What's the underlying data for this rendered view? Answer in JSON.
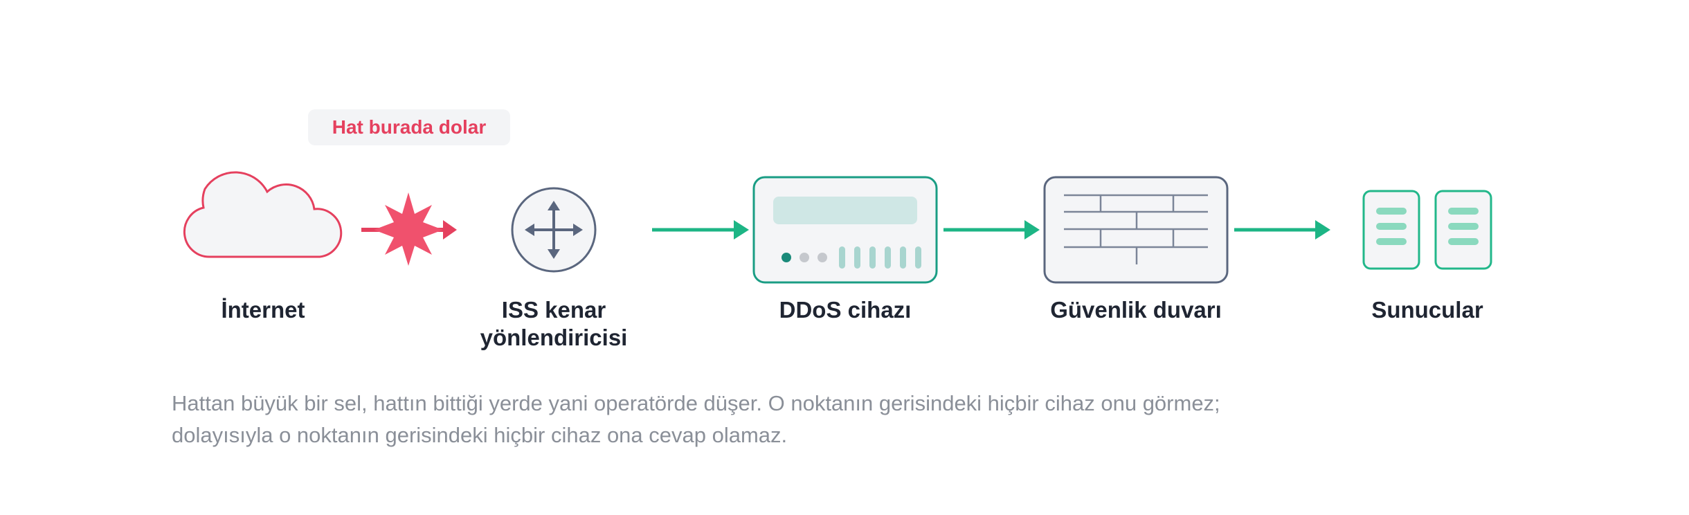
{
  "callout": {
    "text": "Hat burada dolar"
  },
  "nodes": [
    {
      "id": "internet",
      "icon": "cloud-icon",
      "label": "İnternet"
    },
    {
      "id": "isp_router",
      "icon": "router-icon",
      "label_line1": "ISS kenar",
      "label_line2": "yönlendiricisi"
    },
    {
      "id": "ddos",
      "icon": "ddos-appliance-icon",
      "label": "DDoS cihazı"
    },
    {
      "id": "firewall",
      "icon": "firewall-icon",
      "label": "Güvenlik duvarı"
    },
    {
      "id": "servers",
      "icon": "servers-icon",
      "label": "Sunucular"
    }
  ],
  "caption": {
    "line1": "Hattan büyük bir sel, hattın bittiği yerde yani operatörde düşer. O noktanın gerisindeki hiçbir cihaz onu görmez;",
    "line2": "dolayısıyla o noktanın gerisindeki hiçbir cihaz ona cevap olamaz."
  },
  "colors": {
    "danger": "#e5405e",
    "flow": "#1db585",
    "device_stroke": "#1a9d84",
    "router_stroke": "#5a667e",
    "text": "#1f2532",
    "muted_text": "#8a8f98"
  }
}
